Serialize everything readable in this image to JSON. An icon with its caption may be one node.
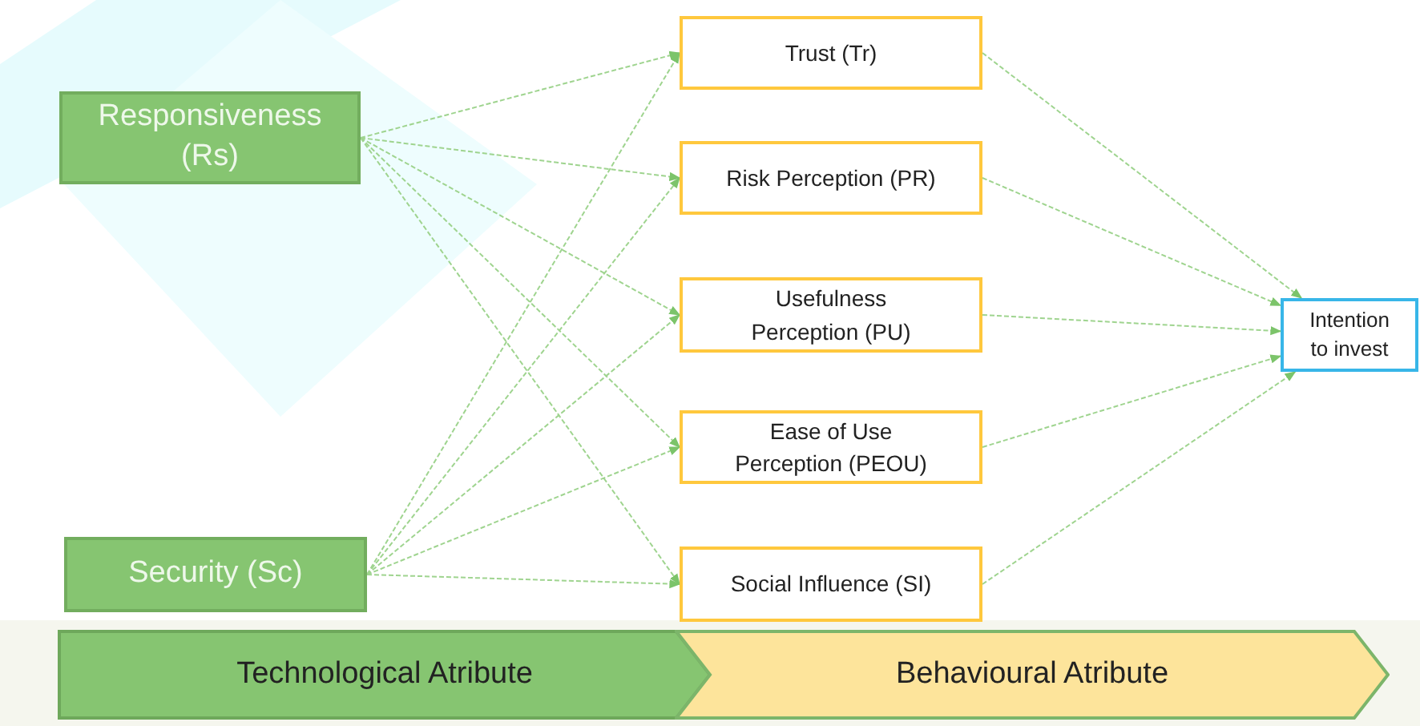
{
  "diagram": {
    "nodes": [
      {
        "text": [
          "Responsiveness (Rs)"
        ]
      },
      {
        "text": [
          "Security (Sc)"
        ]
      },
      {
        "text": [
          "Trust (Tr)"
        ]
      },
      {
        "text": [
          "Risk Perception (PR)"
        ]
      },
      {
        "text": [
          "Usefulness Perception (PU)"
        ]
      },
      {
        "text": [
          "Ease of Use Perception (PEOU)"
        ]
      },
      {
        "text": [
          "Social Influence (SI)"
        ]
      },
      {
        "text": [
          "Intention to invest"
        ]
      },
      {
        "text": [
          "Technological Atribute"
        ]
      },
      {
        "text": [
          "Behavioural Atribute"
        ]
      }
    ],
    "edges": [
      {
        "from": 0,
        "to": 2,
        "arrow": "to"
      },
      {
        "from": 0,
        "to": 3,
        "arrow": "to"
      },
      {
        "from": 0,
        "to": 4,
        "arrow": "to"
      },
      {
        "from": 0,
        "to": 5,
        "arrow": "to"
      },
      {
        "from": 0,
        "to": 6,
        "arrow": "to"
      },
      {
        "from": 1,
        "to": 2,
        "arrow": "to"
      },
      {
        "from": 1,
        "to": 3,
        "arrow": "to"
      },
      {
        "from": 1,
        "to": 4,
        "arrow": "to"
      },
      {
        "from": 1,
        "to": 5,
        "arrow": "to"
      },
      {
        "from": 1,
        "to": 6,
        "arrow": "to"
      },
      {
        "from": 2,
        "to": 7,
        "arrow": "to"
      },
      {
        "from": 3,
        "to": 7,
        "arrow": "to"
      },
      {
        "from": 4,
        "to": 7,
        "arrow": "to"
      },
      {
        "from": 5,
        "to": 7,
        "arrow": "to"
      },
      {
        "from": 6,
        "to": 7,
        "arrow": "to"
      }
    ]
  }
}
